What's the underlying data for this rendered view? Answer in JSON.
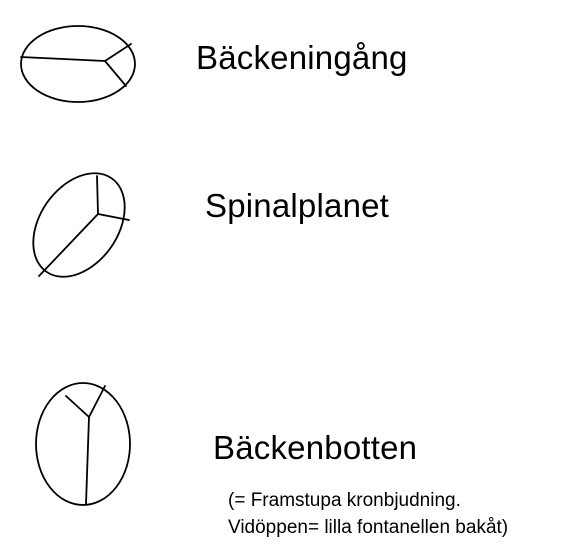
{
  "diagram": {
    "items": [
      {
        "label": "Bäckeningång"
      },
      {
        "label": "Spinalplanet"
      },
      {
        "label": "Bäckenbotten"
      }
    ],
    "note": {
      "line1": "(= Framstupa kronbjudning.",
      "line2": "Vidöppen= lilla fontanellen bakåt)"
    },
    "colors": {
      "stroke": "#000000",
      "background": "#ffffff"
    }
  }
}
